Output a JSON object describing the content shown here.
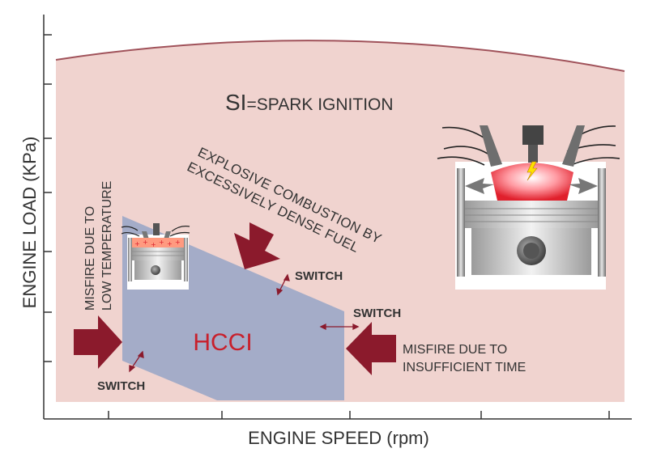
{
  "axes": {
    "y_label": "ENGINE LOAD (KPa)",
    "x_label": "ENGINE SPEED (rpm)"
  },
  "regions": {
    "si_prefix": "SI",
    "si_rest": "=SPARK IGNITION",
    "hcci": "HCCI"
  },
  "annotations": {
    "explosive_line1": "EXPLOSIVE COMBUSTION BY",
    "explosive_line2": "EXCESSIVELY DENSE FUEL",
    "misfire_low_line1": "MISFIRE DUE TO",
    "misfire_low_line2": "LOW TEMPERATURE",
    "misfire_time_line1": "MISFIRE DUE TO",
    "misfire_time_line2": "INSUFFICIENT TIME",
    "switch_upper": "SWITCH",
    "switch_right": "SWITCH",
    "switch_lower": "SWITCH"
  },
  "colors": {
    "si_region": "#f0d3cf",
    "si_border": "#a0525a",
    "hcci_region": "#a4acc8",
    "arrow": "#8b1a2c",
    "hcci_text": "#c8202c",
    "axis": "#333333",
    "text": "#333333"
  },
  "icons": [
    "hcci-engine-icon",
    "si-engine-icon",
    "spark-icon",
    "double-arrow-icon"
  ]
}
